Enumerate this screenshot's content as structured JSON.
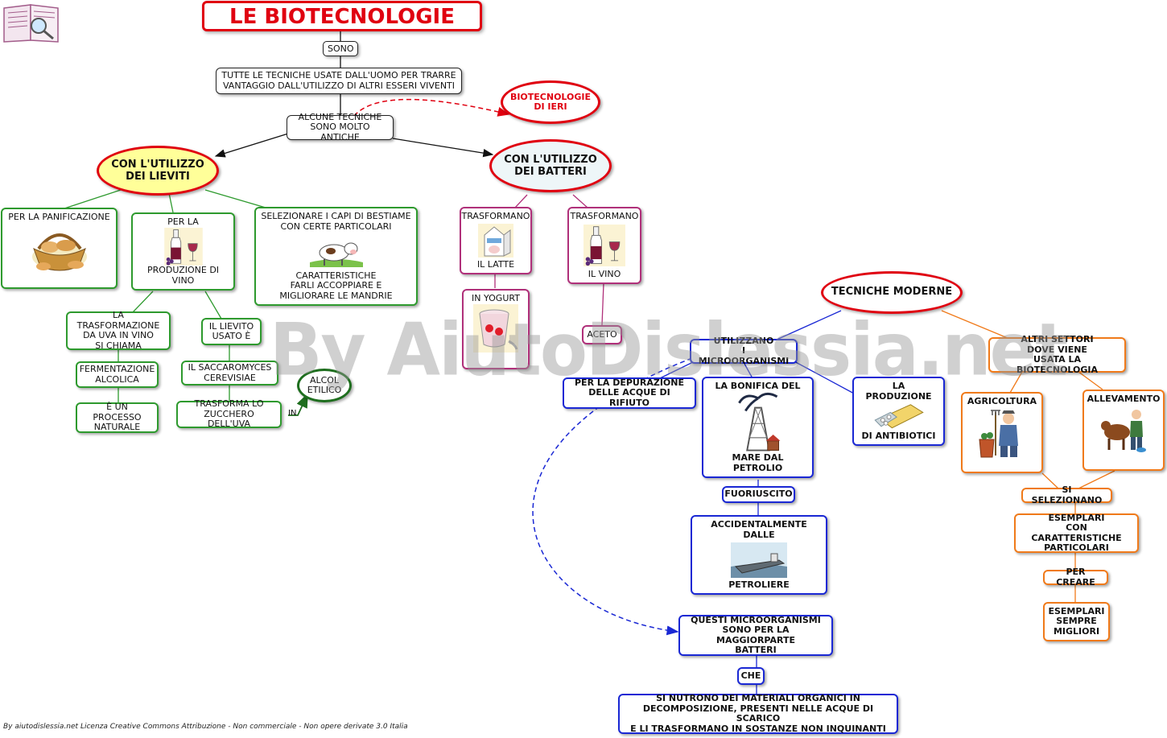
{
  "title": "LE BIOTECNOLOGIE",
  "watermark": "By AiutoDislessia.net",
  "footer": "By aiutodislessia.net Licenza Creative Commons Attribuzione - Non commerciale - Non opere derivate 3.0 Italia",
  "colors": {
    "title_red": "#e00010",
    "green": "#2e9a2e",
    "pink": "#b0307a",
    "blue": "#1a28d4",
    "orange": "#f07a1a",
    "yellow_fill": "#ffff99"
  },
  "nodes": {
    "sono": "SONO",
    "definition": "TUTTE LE TECNICHE USATE DALL'UOMO PER TRARRE\nVANTAGGIO DALL'UTILIZZO DI ALTRI ESSERI VIVENTI",
    "ancient": "ALCUNE TECNICHE\nSONO MOLTO ANTICHE",
    "biotech_ieri": "BIOTECNOLOGIE\nDI IERI",
    "lieviti": "CON L'UTILIZZO\nDEI LIEVITI",
    "batteri": "CON L'UTILIZZO\nDEI BATTERI",
    "panificazione": "PER LA PANIFICAZIONE",
    "vino_top": "PER LA",
    "vino_bottom": "PRODUZIONE DI VINO",
    "bestiame_top": "SELEZIONARE I CAPI DI BESTIAME\nCON CERTE PARTICOLARI",
    "bestiame_bottom": "CARATTERISTICHE\nFARLI ACCOPPIARE E\nMIGLIORARE LE MANDRIE",
    "trasformazione": "LA TRASFORMAZIONE\nDA UVA IN VINO\nSI CHIAMA",
    "fermentazione": "FERMENTAZIONE\nALCOLICA",
    "processo": "È UN PROCESSO\nNATURALE",
    "lievito_usato": "IL LIEVITO\nUSATO È",
    "saccaromyces": "IL SACCAROMYCES\nCEREVISIAE",
    "trasforma_zucchero": "TRASFORMA LO\nZUCCHERO DELL'UVA",
    "in_label": "IN",
    "alcol": "ALCOL\nETILICO",
    "latte_top": "TRASFORMANO",
    "latte_bottom": "IL LATTE",
    "yogurt": "IN YOGURT",
    "vino2_top": "TRASFORMANO",
    "vino2_bottom": "IL VINO",
    "aceto": "ACETO",
    "moderne": "TECNICHE MODERNE",
    "microrganismi": "UTILIZZANO\nI MICROORGANISMI",
    "depurazione": "PER LA DEPURAZIONE\nDELLE ACQUE DI RIFIUTO",
    "bonifica_top": "LA BONIFICA DEL",
    "bonifica_bottom": "MARE DAL PETROLIO",
    "antibiotici_top": "LA PRODUZIONE",
    "antibiotici_bottom": "DI ANTIBIOTICI",
    "fuoriuscito": "FUORIUSCITO",
    "petroliere_top": "ACCIDENTALMENTE DALLE",
    "petroliere_bottom": "PETROLIERE",
    "batteri_micro": "QUESTI MICROORGANISMI\nSONO PER LA MAGGIORPARTE\nBATTERI",
    "che": "CHE",
    "nutrono": "SI NUTRONO DEI MATERIALI ORGANICI IN\nDECOMPOSIZIONE, PRESENTI NELLE ACQUE DI SCARICO\nE LI TRASFORMANO IN SOSTANZE NON INQUINANTI",
    "altri_settori": "ALTRI SETTORI\nDOVE VIENE\nUSATA LA BIOTECNOLOGIA",
    "agricoltura": "AGRICOLTURA",
    "allevamento": "ALLEVAMENTO",
    "selezionano": "SI SELEZIONANO",
    "esemplari": "ESEMPLARI\nCON CARATTERISTICHE\nPARTICOLARI",
    "per_creare": "PER CREARE",
    "migliori": "ESEMPLARI\nSEMPRE\nMIGLIORI"
  },
  "icons": [
    "book-logo-icon",
    "bread-basket-icon",
    "wine-bottle-icon",
    "cow-icon",
    "milk-carton-icon",
    "yogurt-icon",
    "wine-bottle-icon",
    "oil-rig-icon",
    "antibiotic-pills-icon",
    "oil-tanker-icon",
    "farmer-icon",
    "livestock-farmer-icon"
  ]
}
